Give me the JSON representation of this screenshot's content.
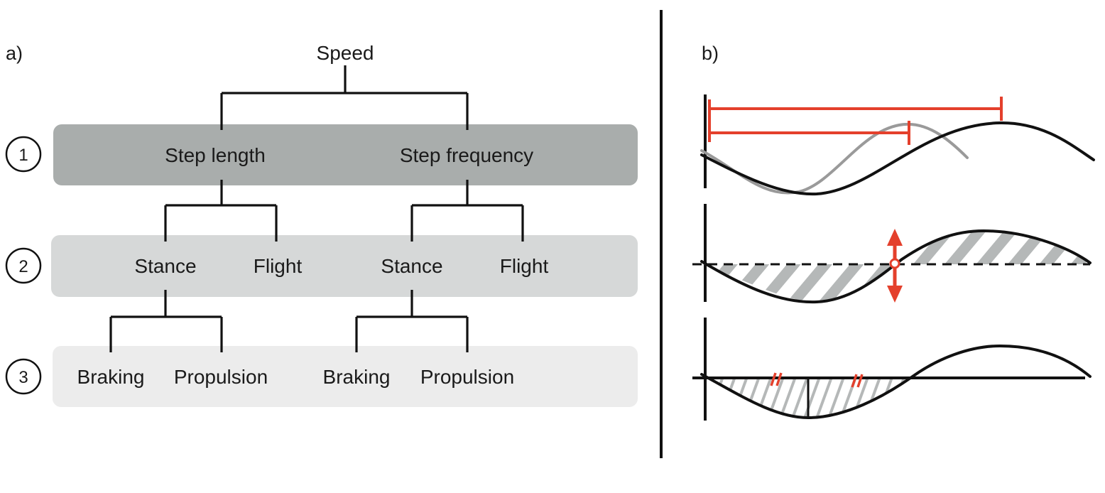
{
  "panel_a": {
    "label": "a)",
    "root": "Speed",
    "levels": [
      {
        "number": "1",
        "color": "#a9adac",
        "nodes": [
          "Step length",
          "Step frequency"
        ]
      },
      {
        "number": "2",
        "color": "#d6d8d8",
        "nodes": [
          "Stance",
          "Flight",
          "Stance",
          "Flight"
        ]
      },
      {
        "number": "3",
        "color": "#ececec",
        "nodes": [
          "Braking",
          "Propulsion",
          "Braking",
          "Propulsion"
        ]
      }
    ]
  },
  "panel_b": {
    "label": "b)"
  },
  "colors": {
    "accent_red": "#e4402c",
    "curve_black": "#111111",
    "curve_gray": "#9a9a9a",
    "hatch_gray": "#b5b8b8"
  }
}
